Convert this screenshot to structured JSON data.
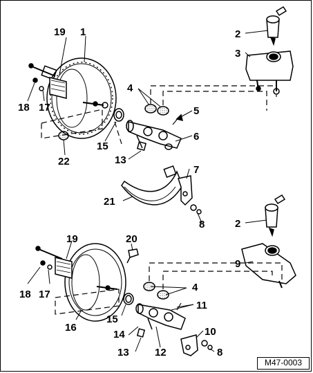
{
  "diagram": {
    "reference_code": "M47-0003",
    "upper_assembly": {
      "labels": [
        "19",
        "1",
        "2",
        "3",
        "4",
        "5",
        "6",
        "7",
        "8",
        "13",
        "15",
        "17",
        "18",
        "21",
        "22"
      ]
    },
    "lower_assembly": {
      "labels": [
        "19",
        "20",
        "2",
        "9",
        "4",
        "11",
        "10",
        "8",
        "12",
        "13",
        "14",
        "15",
        "16",
        "17",
        "18"
      ]
    }
  }
}
